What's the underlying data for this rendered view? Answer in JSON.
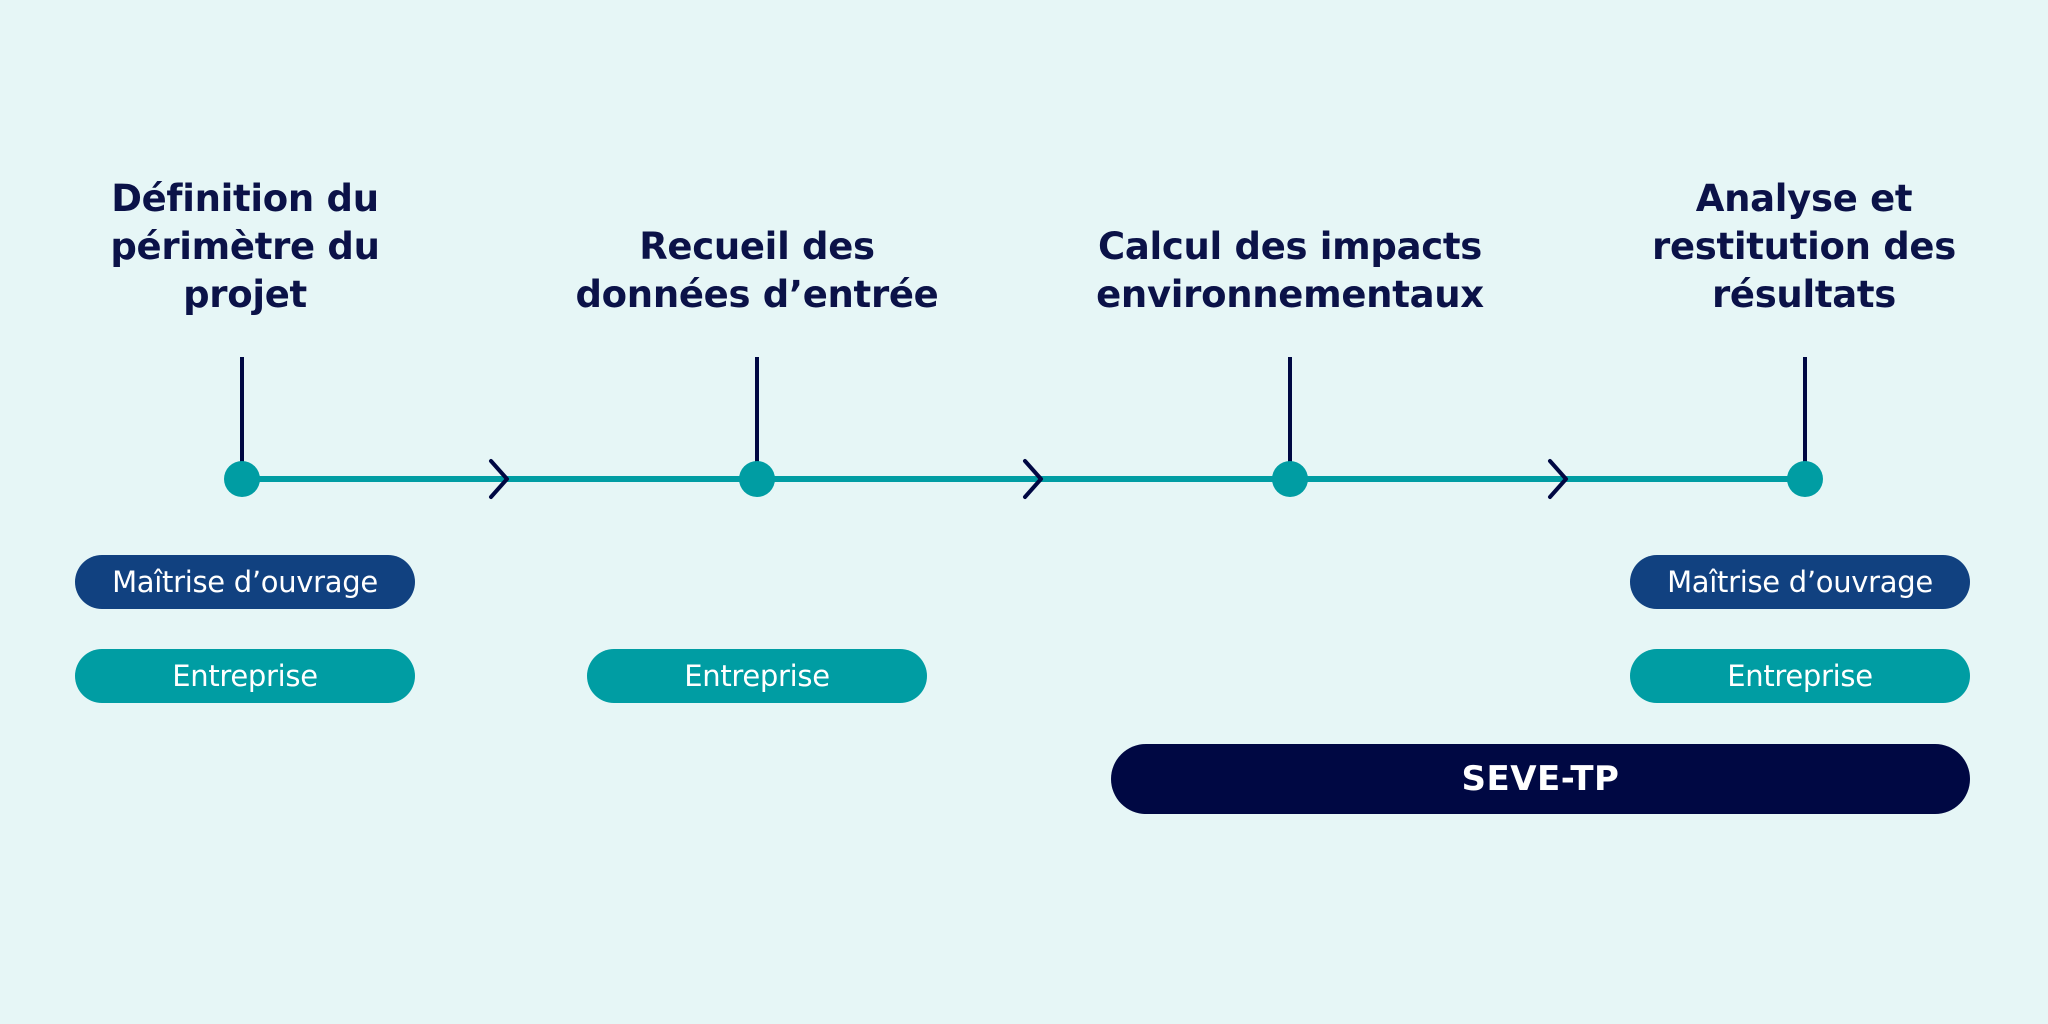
{
  "steps": [
    {
      "title": "Définition du\npérimètre du\nprojet"
    },
    {
      "title": "Recueil des\ndonnées d’entrée"
    },
    {
      "title": "Calcul des impacts\nenvironnementaux"
    },
    {
      "title": "Analyse et\nrestitution des\nrésultats"
    }
  ],
  "roles": {
    "moa": "Maîtrise d’ouvrage",
    "entreprise": "Entreprise",
    "seve": "SEVE-TP"
  },
  "colors": {
    "background": "#e6f6f6",
    "navy": "#0b1248",
    "teal": "#009da3",
    "blue": "#114180",
    "dark": "#000843"
  }
}
